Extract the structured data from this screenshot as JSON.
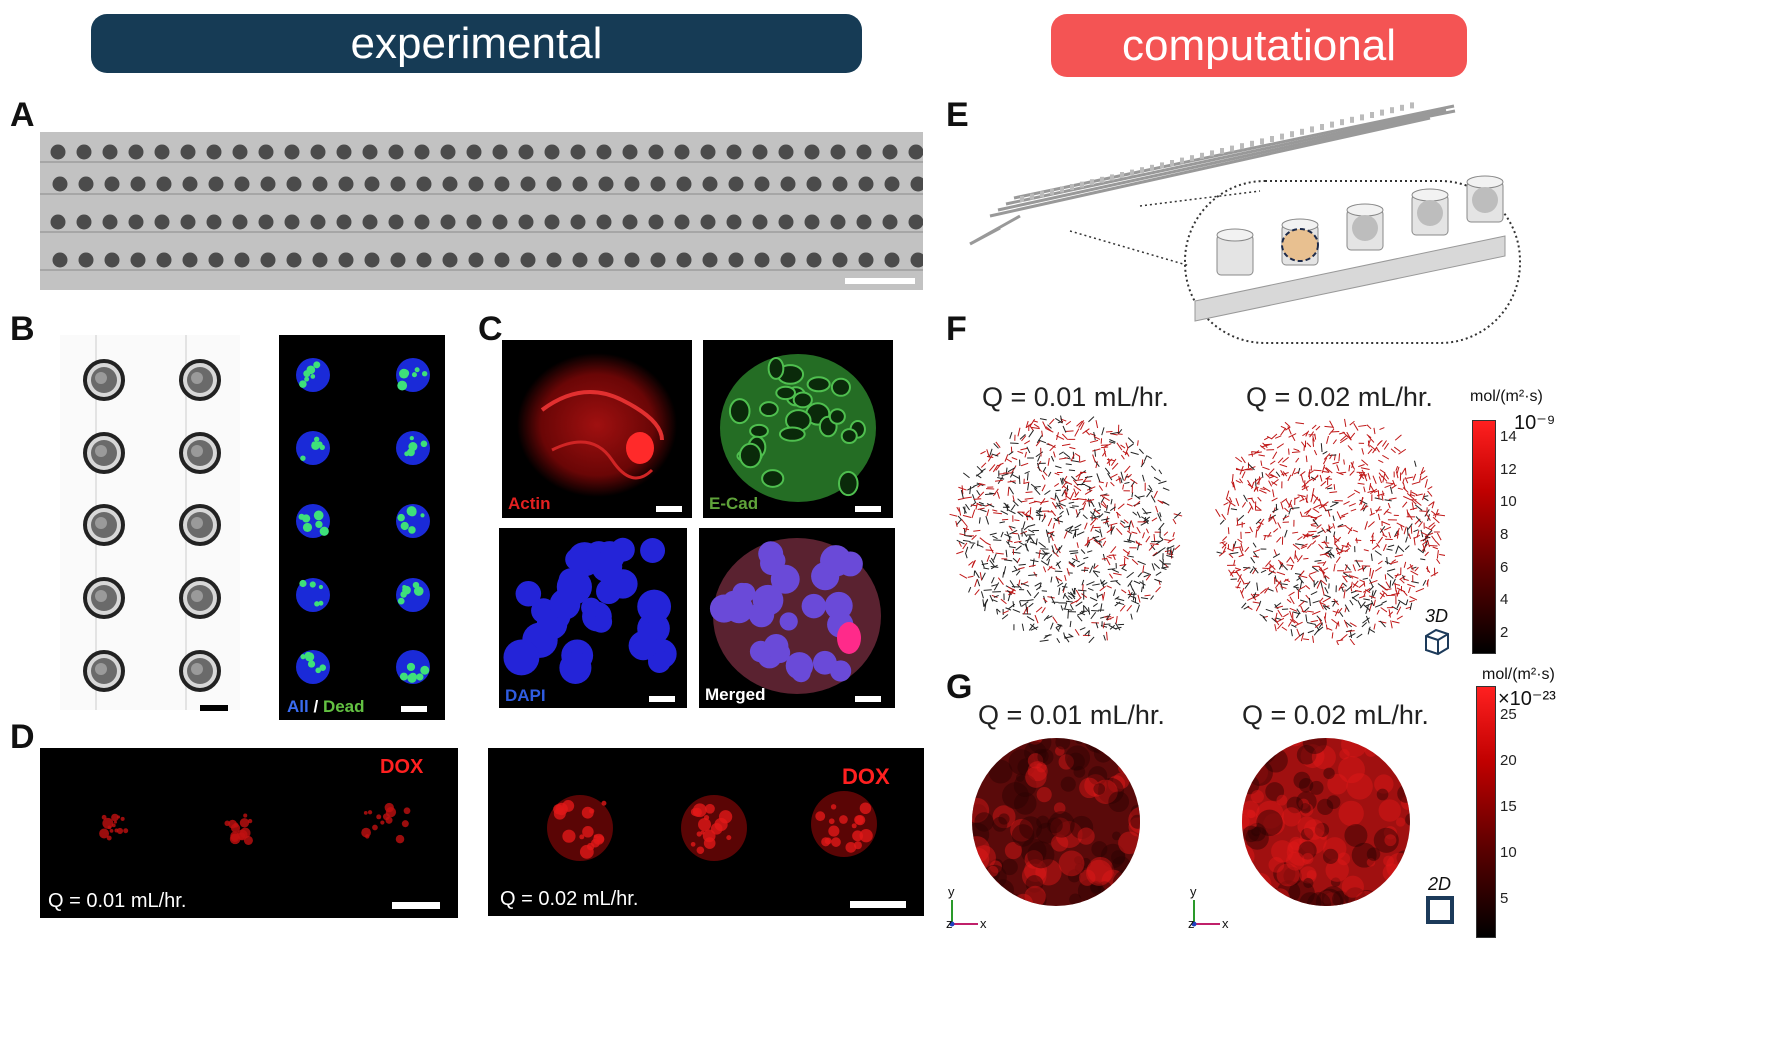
{
  "headers": {
    "experimental": "experimental",
    "computational": "computational",
    "experimental_color": "#163b55",
    "computational_color": "#f45454"
  },
  "panels": {
    "A": "A",
    "B": "B",
    "C": "C",
    "D": "D",
    "E": "E",
    "F": "F",
    "G": "G"
  },
  "panel_b": {
    "legend_all": "All",
    "legend_sep": "/",
    "legend_dead": "Dead"
  },
  "panel_c": {
    "actin": "Actin",
    "ecad": "E-Cad",
    "dapi": "DAPI",
    "merged": "Merged"
  },
  "panel_d": {
    "dox_left": "DOX",
    "dox_right": "DOX",
    "q_left": "Q = 0.01 mL/hr.",
    "q_right": "Q = 0.02 mL/hr."
  },
  "panel_f": {
    "q_left": "Q = 0.01 mL/hr.",
    "q_right": "Q = 0.02 mL/hr.",
    "unit": "mol/(m²·s)",
    "exponent": "10⁻⁹",
    "ticks": [
      "14",
      "12",
      "10",
      "8",
      "6",
      "4",
      "2"
    ],
    "view": "3D"
  },
  "panel_g": {
    "q_left": "Q = 0.01 mL/hr.",
    "q_right": "Q = 0.02 mL/hr.",
    "unit": "mol/(m²·s)",
    "exponent": "×10⁻²³",
    "ticks": [
      "25",
      "20",
      "15",
      "10",
      "5"
    ],
    "view": "2D",
    "axis_y": "y",
    "axis_x": "x",
    "axis_z": "z"
  }
}
